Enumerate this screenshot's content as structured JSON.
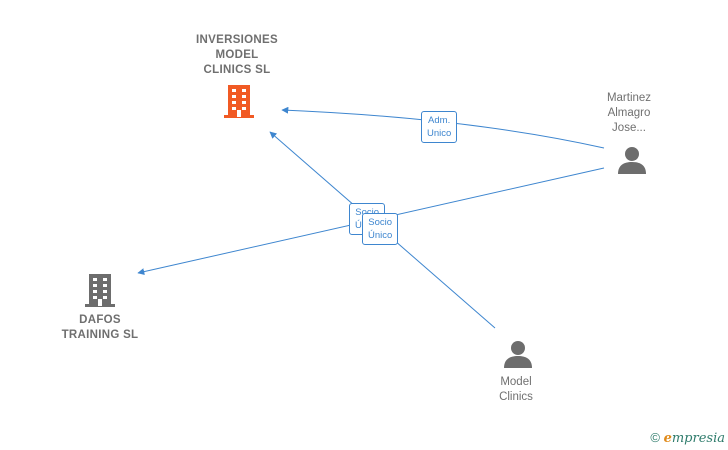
{
  "nodes": {
    "inversiones": {
      "label": [
        "INVERSIONES",
        "MODEL",
        "CLINICS  SL"
      ],
      "color": "#f15a24"
    },
    "dafos": {
      "label": [
        "DAFOS",
        "TRAINING  SL"
      ],
      "color": "#6d6d6d"
    },
    "martinez": {
      "label": [
        "Martinez",
        "Almagro",
        "Jose..."
      ],
      "color": "#6d6d6d"
    },
    "model_clinics": {
      "label": [
        "Model",
        "Clinics"
      ],
      "color": "#6d6d6d"
    }
  },
  "edges": {
    "adm": {
      "label": [
        "Adm.",
        "Unico"
      ]
    },
    "socio_back": {
      "label": [
        "Socio",
        "Único"
      ]
    },
    "socio_front": {
      "label": [
        "Socio",
        "Único"
      ]
    }
  },
  "footer": {
    "copyright": "©",
    "brand_e": "e",
    "brand_rest": "mpresia"
  },
  "colors": {
    "edge": "#3e86cf"
  }
}
